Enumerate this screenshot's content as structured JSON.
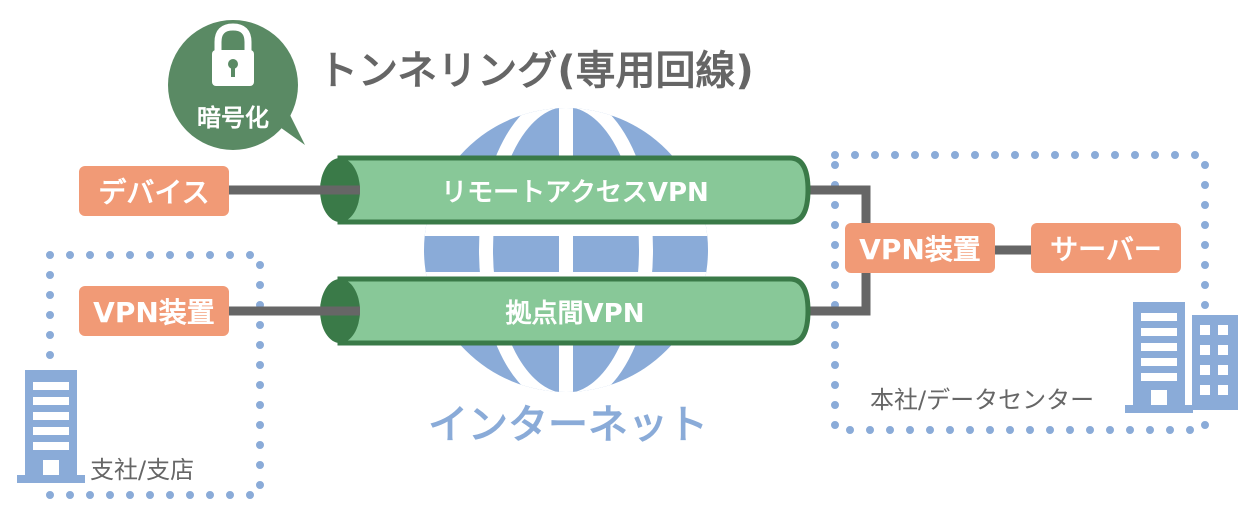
{
  "title": "トンネリング(専用回線)",
  "bubble": {
    "icon": "lock-icon",
    "label": "暗号化"
  },
  "internet_label": "インターネット",
  "tunnels": [
    {
      "label": "リモートアクセスVPN"
    },
    {
      "label": "拠点間VPN"
    }
  ],
  "left": {
    "device_label": "デバイス",
    "vpn_device_label": "VPN装置",
    "site_label": "支社/支店"
  },
  "right": {
    "vpn_device_label": "VPN装置",
    "server_label": "サーバー",
    "site_label": "本社/データセンター"
  },
  "colors": {
    "bubble_green": "#5a8a64",
    "tube_fill": "#88c898",
    "tube_border": "#3a7a48",
    "box_orange": "#f19a76",
    "globe_blue": "#8aabd8",
    "line_gray": "#666666",
    "text_gray": "#666666"
  }
}
